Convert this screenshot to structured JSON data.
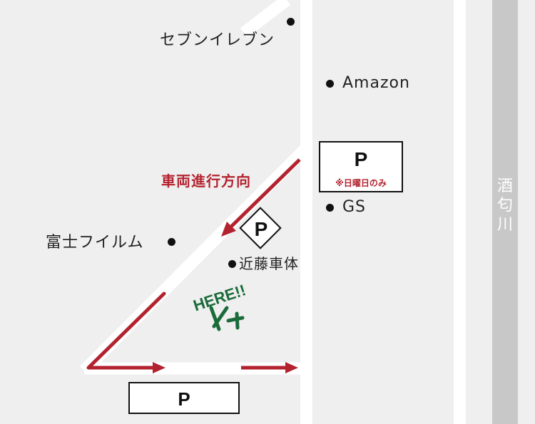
{
  "map": {
    "landmarks": {
      "seven_eleven": "セブンイレブン",
      "amazon": "Amazon",
      "gs": "GS",
      "fuji_film": "富士フイルム",
      "kondo_shatai": "近藤車体"
    },
    "river": {
      "chars": [
        "酒",
        "匂",
        "川"
      ]
    },
    "direction_label": "車両進行方向",
    "here_label": "HERE!!",
    "parking": {
      "letter": "P",
      "sunday_note": "※日曜日のみ"
    },
    "colors": {
      "background": "#efefef",
      "road": "#ffffff",
      "river": "#c8c8c8",
      "route": "#b3232f",
      "here": "#1b6b3a"
    }
  }
}
